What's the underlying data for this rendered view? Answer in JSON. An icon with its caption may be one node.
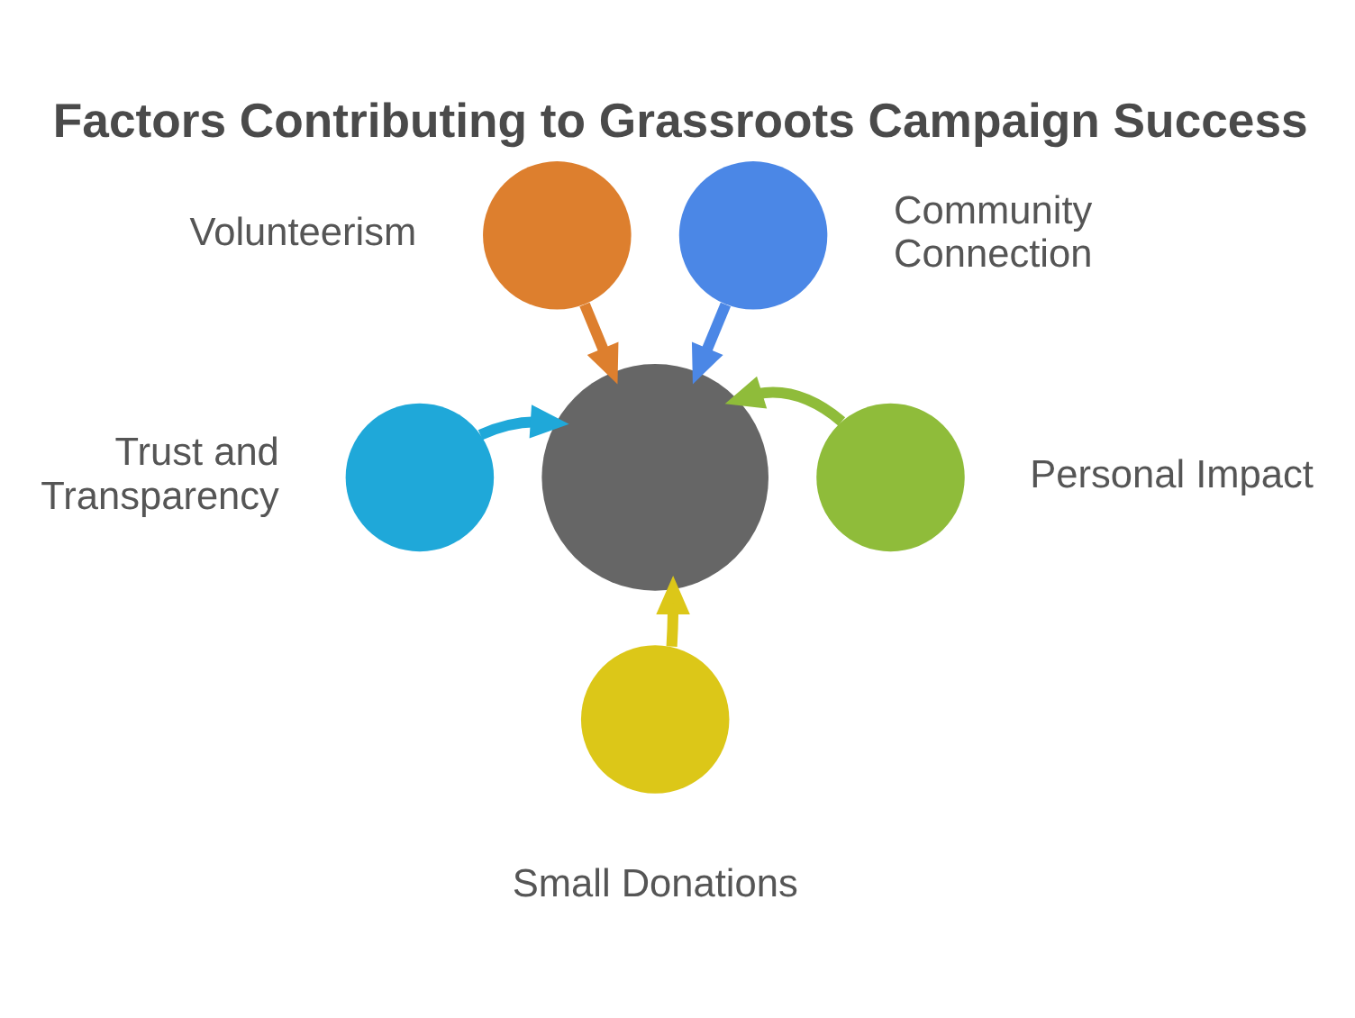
{
  "diagram": {
    "title": "Factors Contributing to Grassroots Campaign Success",
    "nodes": [
      {
        "text": [],
        "shape": "circle",
        "beside": [
          "Volunteerism"
        ]
      },
      {
        "text": [],
        "shape": "circle",
        "beside": [
          "Community Connection"
        ]
      },
      {
        "text": [],
        "shape": "circle"
      },
      {
        "text": [],
        "shape": "circle",
        "beside": [
          "Trust and Transparency"
        ]
      },
      {
        "text": [],
        "shape": "circle",
        "beside": [
          "Personal Impact"
        ]
      },
      {
        "text": [],
        "shape": "circle",
        "beside": [
          "Small Donations"
        ]
      }
    ],
    "edges": [
      {
        "from": 0,
        "to": 2,
        "arrow": "to",
        "color": "#dd7f2e"
      },
      {
        "from": 1,
        "to": 2,
        "arrow": "to",
        "color": "#4b87e6"
      },
      {
        "from": 3,
        "to": 2,
        "arrow": "to",
        "color": "#1fa8d9"
      },
      {
        "from": 4,
        "to": 2,
        "arrow": "to",
        "color": "#8fbc3a"
      },
      {
        "from": 5,
        "to": 2,
        "arrow": "to",
        "color": "#dcc718"
      }
    ]
  }
}
